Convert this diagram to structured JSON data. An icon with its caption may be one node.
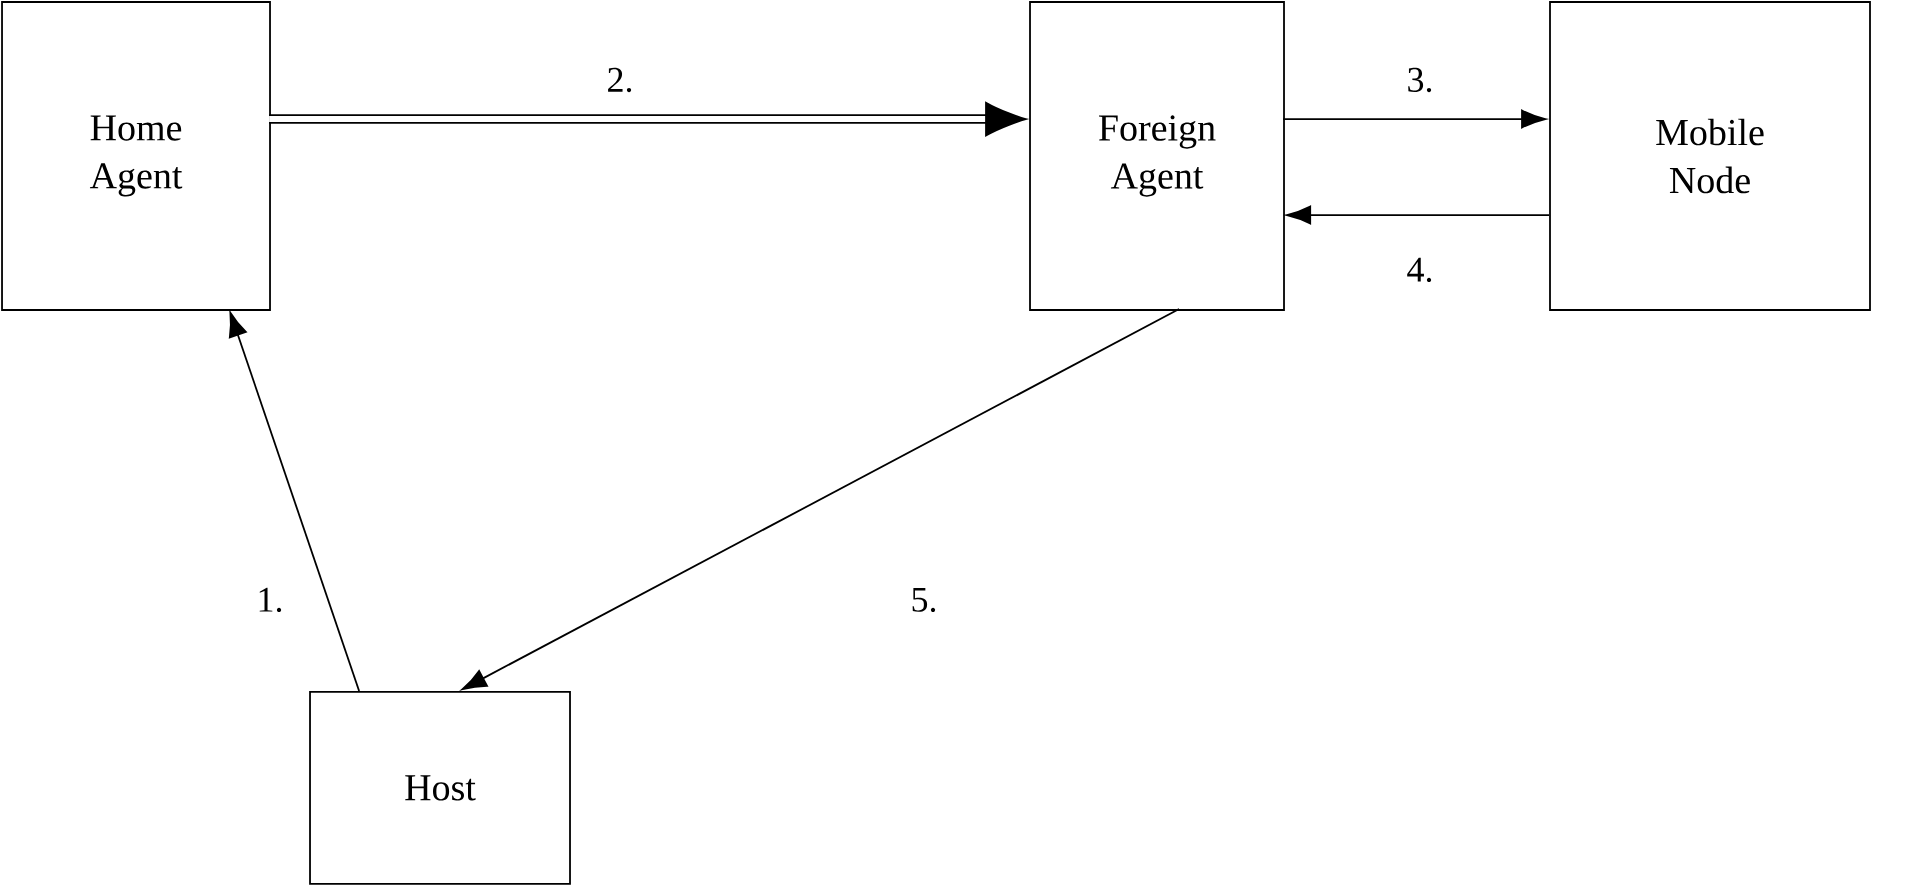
{
  "diagram": {
    "nodes": [
      {
        "text": [
          "Home Agent"
        ]
      },
      {
        "text": [
          "Foreign Agent"
        ]
      },
      {
        "text": [
          "Mobile Node"
        ]
      },
      {
        "text": [
          "Host"
        ]
      }
    ],
    "edges": [
      {
        "from": 3,
        "to": 0,
        "arrow": "to",
        "label": "1."
      },
      {
        "from": 0,
        "to": 1,
        "arrow": "to",
        "label": "2.",
        "style": "thick"
      },
      {
        "from": 1,
        "to": 2,
        "arrow": "to",
        "label": "3."
      },
      {
        "from": 2,
        "to": 1,
        "arrow": "to",
        "label": "4."
      },
      {
        "from": 1,
        "to": 3,
        "arrow": "to",
        "label": "5."
      }
    ]
  }
}
